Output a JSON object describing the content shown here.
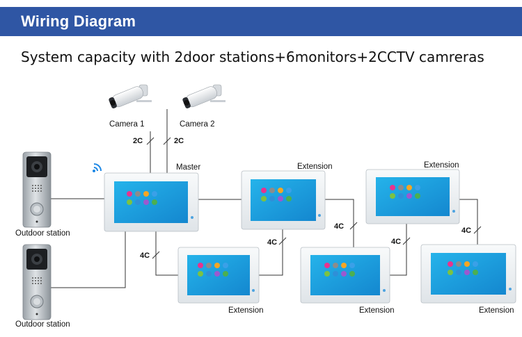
{
  "header": {
    "title": "Wiring Diagram",
    "subtitle": "System capacity with 2door stations+6monitors+2CCTV camreras"
  },
  "cameras": [
    {
      "label": "Camera 1",
      "wire": "2C"
    },
    {
      "label": "Camera 2",
      "wire": "2C"
    }
  ],
  "door_stations": [
    {
      "label": "Outdoor station"
    },
    {
      "label": "Outdoor station"
    }
  ],
  "monitors": {
    "master": {
      "label": "Master"
    },
    "extensions": [
      {
        "label": "Extension"
      },
      {
        "label": "Extension"
      },
      {
        "label": "Extension"
      },
      {
        "label": "Extension"
      },
      {
        "label": "Extension"
      }
    ]
  },
  "wires": [
    "4C",
    "4C",
    "4C",
    "4C",
    "4C"
  ],
  "colors": {
    "banner": "#2f56a4",
    "screen": "#1da1df",
    "monitor_frame": "#eef1f4",
    "wire": "#333333"
  },
  "icons": [
    "wifi-icon",
    "phone-icon",
    "tools-icon",
    "gallery-icon",
    "cloud-icon",
    "leaf-icon",
    "lock-icon",
    "power-icon"
  ]
}
